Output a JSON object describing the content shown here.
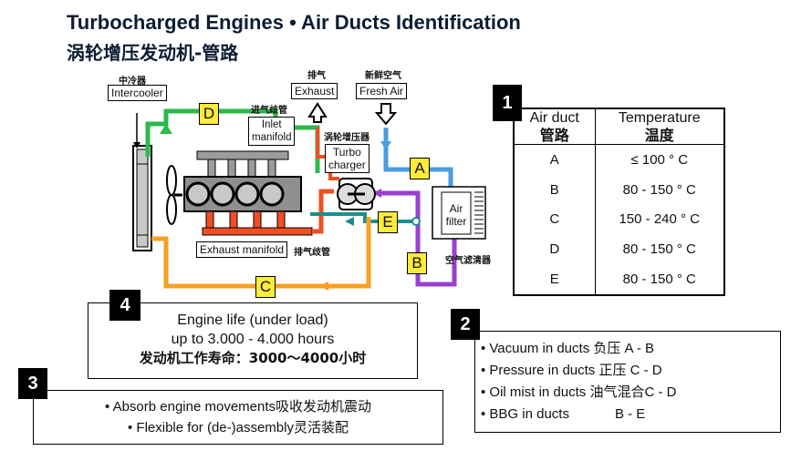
{
  "header": {
    "title": "Turbocharged Engines • Air Ducts Identification",
    "subtitle": "涡轮增压发动机-管路"
  },
  "diagram": {
    "intercooler_zh": "中冷器",
    "intercooler": "Intercooler",
    "exhaust_zh": "排气",
    "exhaust": "Exhaust",
    "fresh_air_zh": "新鲜空气",
    "fresh_air": "Fresh Air",
    "inlet_manifold_zh": "进气歧管",
    "inlet_manifold_1": "Inlet",
    "inlet_manifold_2": "manifold",
    "turbo_zh": "涡轮增压器",
    "turbo_1": "Turbo",
    "turbo_2": "charger",
    "air_filter_1": "Air",
    "air_filter_2": "filter",
    "air_filter_zh": "空气滤清器",
    "exhaust_manifold": "Exhaust manifold",
    "exhaust_manifold_zh": "排气歧管",
    "duct_labels": {
      "a": "A",
      "b": "B",
      "c": "C",
      "d": "D",
      "e": "E"
    },
    "colors": {
      "A": "#4a9de0",
      "B": "#9b3fd0",
      "C": "#f7a021",
      "D": "#2db84d",
      "E": "#1a8f8f",
      "exhaust": "#f04e23"
    }
  },
  "panel1": {
    "number": "1",
    "col1_header_en": "Air duct",
    "col1_header_zh": "管路",
    "col2_header_en": "Temperature",
    "col2_header_zh": "温度",
    "rows": [
      {
        "duct": "A",
        "temp": "≤ 100 ° C"
      },
      {
        "duct": "B",
        "temp": "80 - 150 ° C"
      },
      {
        "duct": "C",
        "temp": "150 - 240 ° C"
      },
      {
        "duct": "D",
        "temp": "80 - 150 ° C"
      },
      {
        "duct": "E",
        "temp": "80 - 150 ° C"
      }
    ]
  },
  "panel4": {
    "number": "4",
    "line1": "Engine  life  (under load)",
    "line2": "up to 3.000 - 4.000 hours",
    "line3_zh": "发动机工作寿命：3000～4000小时"
  },
  "panel2": {
    "number": "2",
    "items": [
      {
        "text": "• Vacuum in ducts 负压 A - B"
      },
      {
        "text": "• Pressure in ducts 正压 C - D"
      },
      {
        "text": "• Oil mist in ducts 油气混合C - D"
      },
      {
        "text": "• BBG in ducts            B - E"
      }
    ]
  },
  "panel3": {
    "number": "3",
    "line1": "• Absorb engine movements吸收发动机震动",
    "line2": "• Flexible for (de-)assembly灵活装配"
  }
}
